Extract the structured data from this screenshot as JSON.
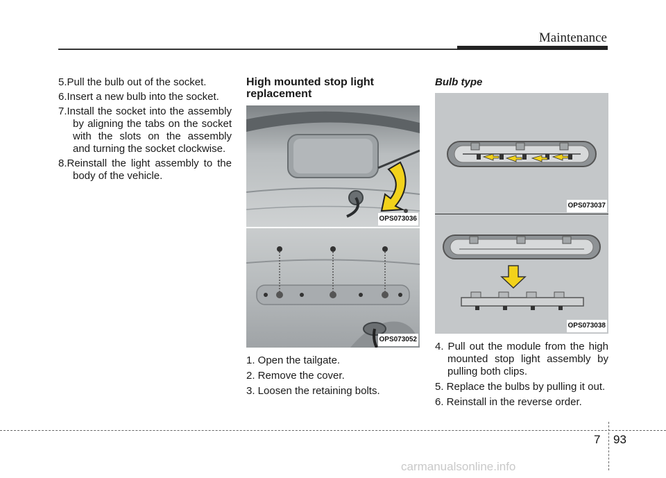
{
  "header": {
    "section_title": "Maintenance"
  },
  "left_column": {
    "steps": [
      "5.Pull the bulb out of the socket.",
      "6.Insert a new bulb into the socket.",
      "7.Install the socket into the assembly by aligning the tabs on the socket with the slots on the assembly and turning the socket clockwise.",
      "8.Reinstall the light assembly to the body of the vehicle."
    ]
  },
  "middle_column": {
    "heading": "High mounted stop light replacement",
    "figures": [
      {
        "code": "OPS073036",
        "icon": "tailgate-cover-arrow-illustration"
      },
      {
        "code": "OPS073052",
        "icon": "tailgate-bolts-illustration"
      }
    ],
    "steps": [
      "1. Open the tailgate.",
      "2. Remove the cover.",
      "3. Loosen the retaining bolts."
    ]
  },
  "right_column": {
    "subheading": "Bulb type",
    "figures": [
      {
        "code": "OPS073037",
        "icon": "stop-light-assembly-illustration"
      },
      {
        "code": "OPS073038",
        "icon": "stop-light-module-removal-illustration"
      }
    ],
    "steps": [
      "4. Pull out the module from the high mounted stop light assembly by pulling both clips.",
      "5. Replace the bulbs by pulling it out.",
      "6. Reinstall in the reverse order."
    ]
  },
  "footer": {
    "chapter": "7",
    "page": "93",
    "watermark": "carmanualsonline.info"
  },
  "colors": {
    "arrow_yellow": "#f2d21b",
    "figure_gray": "#c4c7c9"
  }
}
